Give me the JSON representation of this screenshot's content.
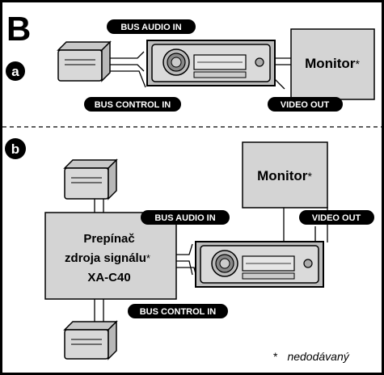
{
  "section_letter": "B",
  "note": {
    "star": "*",
    "text": "nedodávaný"
  },
  "panel_a": {
    "badge": "a",
    "labels": {
      "bus_audio_in": "BUS AUDIO IN",
      "bus_control_in": "BUS CONTROL IN",
      "video_out": "VIDEO OUT"
    },
    "monitor": {
      "label": "Monitor",
      "star": "*"
    }
  },
  "panel_b": {
    "badge": "b",
    "labels": {
      "bus_audio_in": "BUS AUDIO IN",
      "bus_control_in": "BUS CONTROL IN",
      "video_out": "VIDEO OUT"
    },
    "monitor": {
      "label": "Monitor",
      "star": "*"
    },
    "selector": {
      "line1": "Prepínač",
      "line2": "zdroja signálu",
      "star": "*",
      "line3": "XA-C40"
    }
  },
  "colors": {
    "device_gray": "#d0d0d0",
    "box_gray": "#d4d4d4",
    "pill": "#000000",
    "outline": "#000000"
  }
}
